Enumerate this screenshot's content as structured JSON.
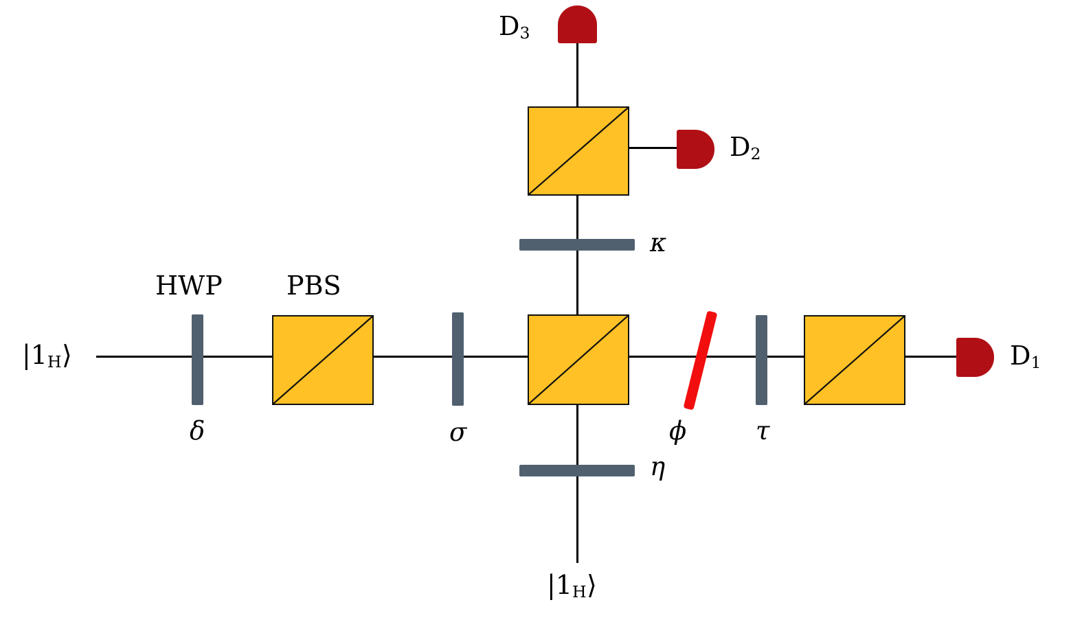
{
  "diagram": {
    "inputs": {
      "left": {
        "pre": "|1",
        "sub": "H",
        "post": "⟩"
      },
      "bottom": {
        "pre": "|1",
        "sub": "H",
        "post": "⟩"
      }
    },
    "components": {
      "hwp_label": "HWP",
      "pbs_label": "PBS",
      "delta": "δ",
      "sigma": "σ",
      "kappa": "κ",
      "eta": "η",
      "phi": "ϕ",
      "tau": "τ"
    },
    "detectors": {
      "d1": {
        "base": "D",
        "sub": "1"
      },
      "d2": {
        "base": "D",
        "sub": "2"
      },
      "d3": {
        "base": "D",
        "sub": "3"
      }
    },
    "colors": {
      "pbs_fill": "#FFC125",
      "waveplate": "#50606F",
      "detector": "#B01015",
      "phase_shifter": "#F20E0E",
      "beam": "#000000"
    }
  }
}
